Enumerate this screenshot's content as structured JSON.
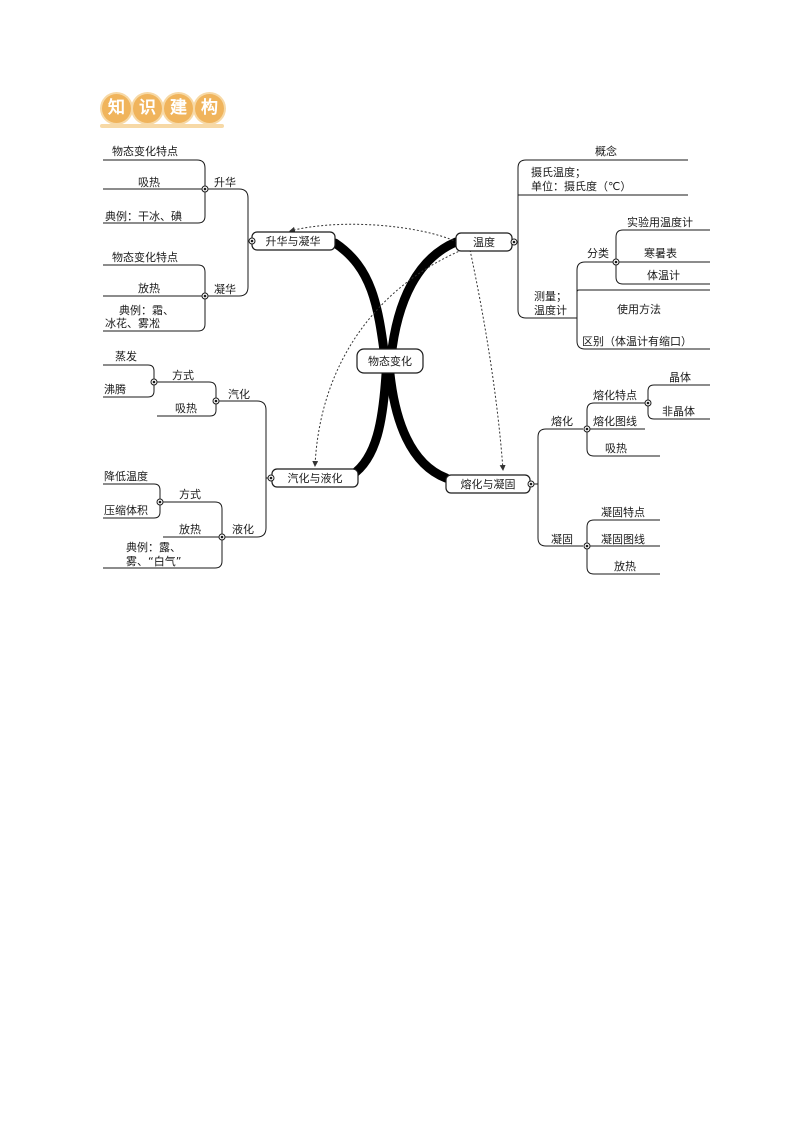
{
  "header": {
    "chars": [
      "知",
      "识",
      "建",
      "构"
    ]
  },
  "center": "物态变化",
  "sublimation": {
    "title": "升华与凝华",
    "sublimation_branch": {
      "label": "升华",
      "items": [
        "物态变化特点",
        "吸热",
        "典例：干冰、碘"
      ]
    },
    "deposition_branch": {
      "label": "凝华",
      "items": [
        "物态变化特点",
        "放热"
      ],
      "example_lines": [
        "典例：霜、",
        "冰花、雾凇"
      ]
    }
  },
  "vaporization": {
    "title": "汽化与液化",
    "vaporization_branch": {
      "label": "汽化",
      "method": {
        "label": "方式",
        "items": [
          "蒸发",
          "沸腾"
        ]
      },
      "other": "吸热"
    },
    "liquefaction_branch": {
      "label": "液化",
      "method": {
        "label": "方式",
        "items": [
          "降低温度",
          "压缩体积"
        ]
      },
      "other": "放热",
      "example_lines": [
        "典例：露、",
        "雾、“白气”"
      ]
    }
  },
  "temperature": {
    "title": "温度",
    "concept": "概念",
    "celsius_lines": [
      "摄氏温度；",
      "单位：摄氏度（℃）"
    ],
    "measure": {
      "label_lines": [
        "测量；",
        "温度计"
      ],
      "classification": {
        "label": "分类",
        "items": [
          "实验用温度计",
          "寒暑表",
          "体温计"
        ]
      },
      "usage": "使用方法",
      "difference": "区别（体温计有缩口）"
    }
  },
  "melting": {
    "title": "熔化与凝固",
    "melting_branch": {
      "label": "熔化",
      "features": {
        "label": "熔化特点",
        "items": [
          "晶体",
          "非晶体"
        ]
      },
      "graph": "熔化图线",
      "heat": "吸热"
    },
    "freezing_branch": {
      "label": "凝固",
      "items": [
        "凝固特点",
        "凝固图线",
        "放热"
      ]
    }
  }
}
